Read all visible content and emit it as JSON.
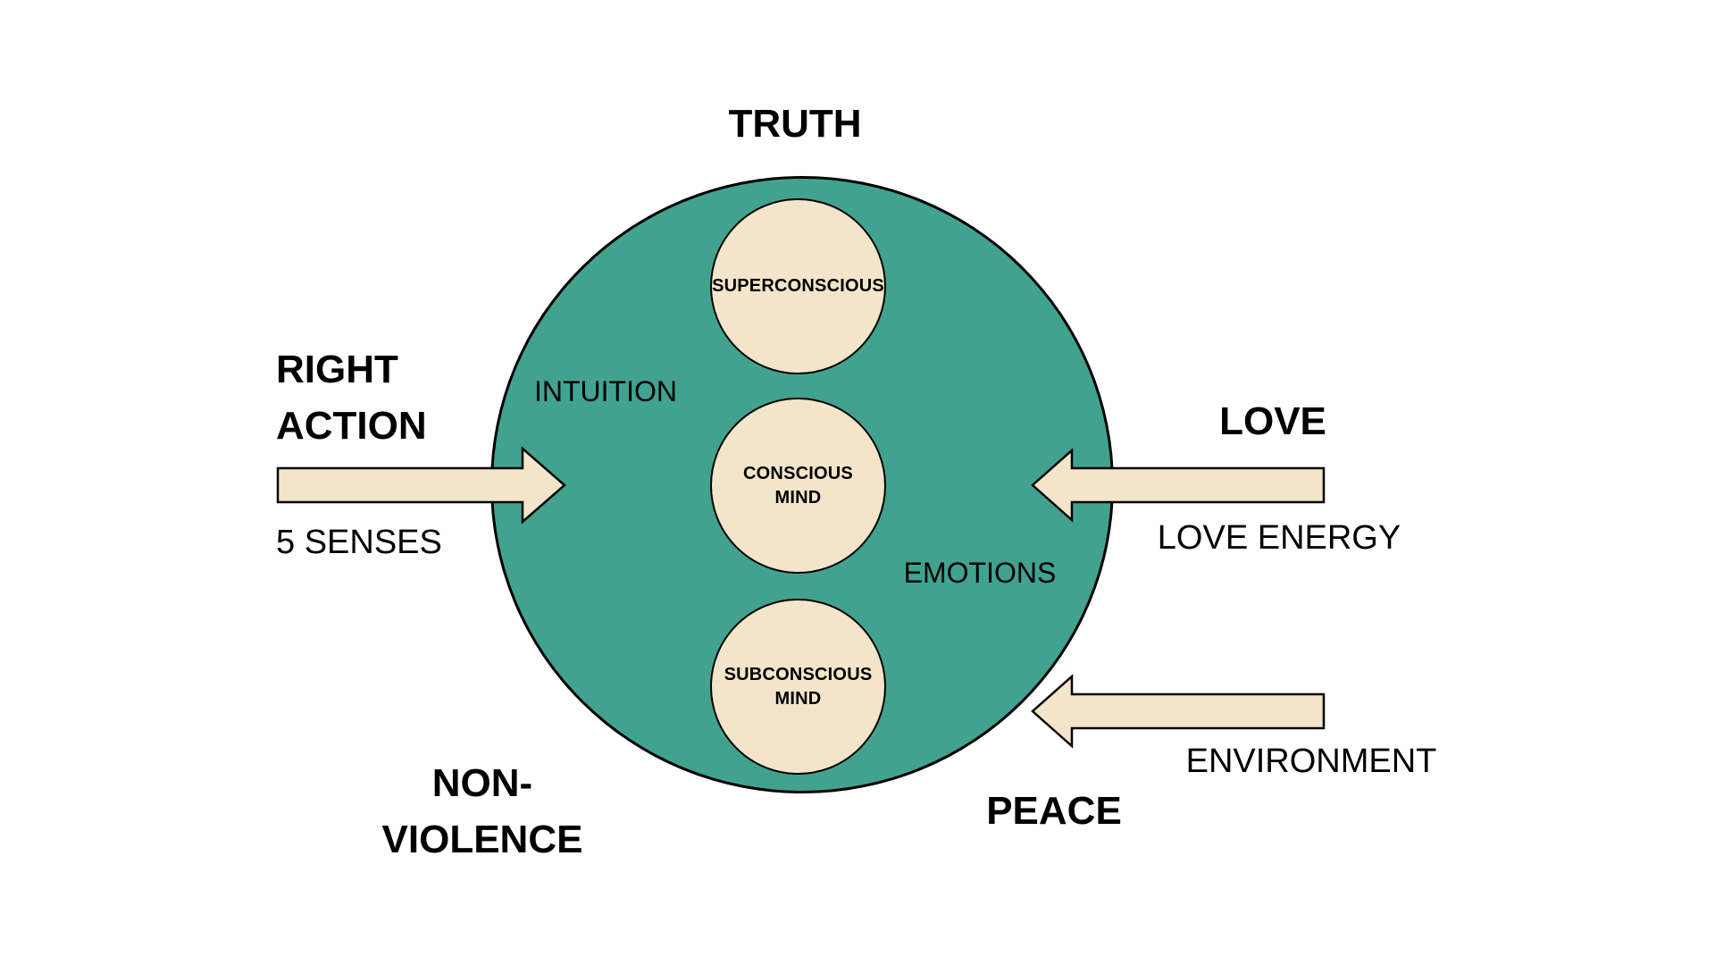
{
  "colors": {
    "background": "#FFFFFF",
    "main_circle_fill": "#41A38F",
    "inner_circle_fill": "#F2E5C9",
    "arrow_fill": "#F2E5C9",
    "outline": "#000000",
    "text": "#000000"
  },
  "outer_labels": {
    "top": "TRUTH",
    "left_title": "RIGHT\nACTION",
    "left_subtitle": "5 SENSES",
    "right_title": "LOVE",
    "right_subtitle": "LOVE ENERGY",
    "environment": "ENVIRONMENT",
    "bottom_left": "NON-\nVIOLENCE",
    "bottom_right": "PEACE"
  },
  "main_circle": {
    "regions": {
      "intuition": "INTUITION",
      "emotions": "EMOTIONS"
    },
    "inner_circles": [
      {
        "label": "SUPERCONSCIOUS"
      },
      {
        "label": "CONSCIOUS\nMIND"
      },
      {
        "label": "SUBCONSCIOUS\nMIND"
      }
    ]
  },
  "arrows": [
    {
      "name": "right-action-arrow",
      "direction": "right",
      "points_into": "circle from left"
    },
    {
      "name": "love-energy-arrow",
      "direction": "left",
      "points_into": "circle from right"
    },
    {
      "name": "environment-arrow",
      "direction": "left",
      "points_into": "circle from lower right"
    }
  ]
}
